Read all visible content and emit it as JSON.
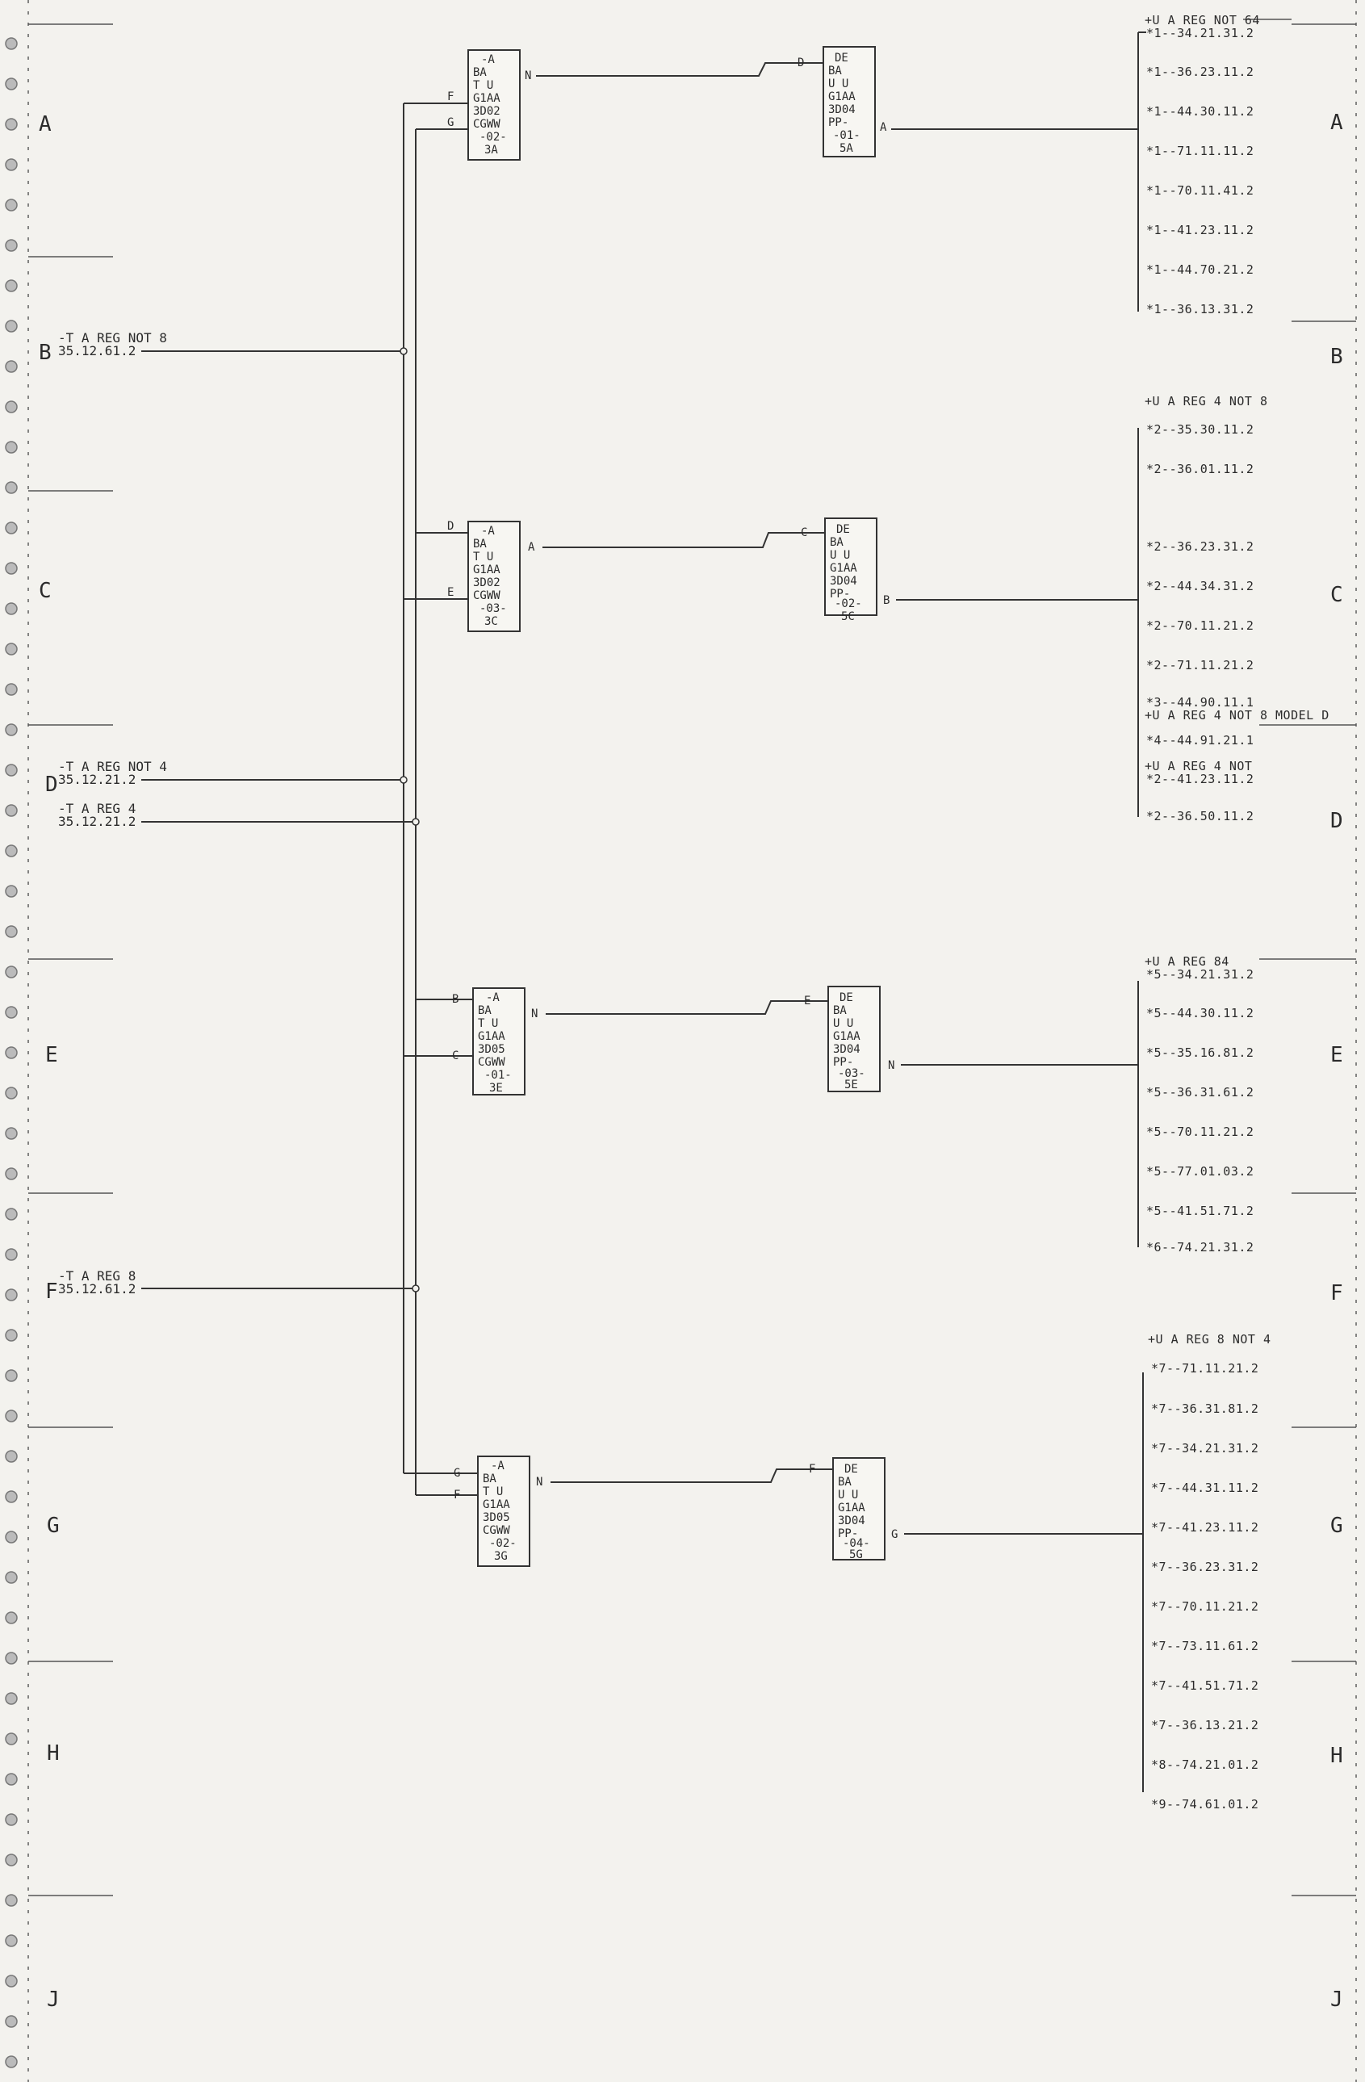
{
  "zones_left": [
    "A",
    "B",
    "C",
    "D",
    "E",
    "F",
    "G",
    "H",
    "J"
  ],
  "zones_right": [
    "A",
    "B",
    "C",
    "D",
    "E",
    "F",
    "G",
    "H",
    "J"
  ],
  "inputs": [
    {
      "label": "-T A REG NOT 8",
      "code": "35.12.61.2"
    },
    {
      "label": "-T A REG NOT 4",
      "code": "35.12.21.2"
    },
    {
      "label": "-T A REG 4",
      "code": "35.12.21.2"
    },
    {
      "label": "-T A REG 8",
      "code": "35.12.61.2"
    }
  ],
  "boxes": [
    {
      "lines": [
        "-A",
        "BA",
        "T  U",
        "G1AA",
        "3D02",
        "CGWW",
        "-02-",
        "3A"
      ],
      "pin_in1": "F",
      "pin_in2": "G",
      "pin_out": "N"
    },
    {
      "lines": [
        "DE",
        "BA",
        "U  U",
        "G1AA",
        "3D04",
        "PP-",
        "-01-",
        "5A"
      ],
      "pin_in": "D",
      "pin_out": "A"
    },
    {
      "lines": [
        "-A",
        "BA",
        "T  U",
        "G1AA",
        "3D02",
        "CGWW",
        "-03-",
        "3C"
      ],
      "pin_in1": "D",
      "pin_in2": "E",
      "pin_out": "A"
    },
    {
      "lines": [
        "DE",
        "BA",
        "U  U",
        "G1AA",
        "3D04",
        "PP-",
        "-02-",
        "5C"
      ],
      "pin_in": "C",
      "pin_out": "B"
    },
    {
      "lines": [
        "-A",
        "BA",
        "T  U",
        "G1AA",
        "3D05",
        "CGWW",
        "-01-",
        "3E"
      ],
      "pin_in1": "B",
      "pin_in2": "C",
      "pin_out": "N"
    },
    {
      "lines": [
        "DE",
        "BA",
        "U  U",
        "G1AA",
        "3D04",
        "PP-",
        "-03-",
        "5E"
      ],
      "pin_in": "E",
      "pin_out": "N"
    },
    {
      "lines": [
        "-A",
        "BA",
        "T  U",
        "G1AA",
        "3D05",
        "CGWW",
        "-02-",
        "3G"
      ],
      "pin_in1": "G",
      "pin_in2": "F",
      "pin_out": "N"
    },
    {
      "lines": [
        "DE",
        "BA",
        "U  U",
        "G1AA",
        "3D04",
        "PP-",
        "-04-",
        "5G"
      ],
      "pin_in": "F",
      "pin_out": "G"
    }
  ],
  "outputs": [
    {
      "header": "+U A REG NOT 64",
      "items": [
        "*1--34.21.31.2",
        "*1--36.23.11.2",
        "*1--44.30.11.2",
        "*1--71.11.11.2",
        "*1--70.11.41.2",
        "*1--41.23.11.2",
        "*1--44.70.21.2",
        "*1--36.13.31.2"
      ]
    },
    {
      "header": "+U A REG 4 NOT 8",
      "items": [
        "*2--35.30.11.2",
        "*2--36.01.11.2",
        "*2--36.23.31.2",
        "*2--44.34.31.2",
        "*2--70.11.21.2",
        "*2--71.11.21.2",
        "*3--44.90.11.1",
        "+U A REG 4 NOT 8 MODEL D",
        "*4--44.91.21.1",
        "+U A REG 4 NOT",
        "*2--41.23.11.2",
        "*2--36.50.11.2"
      ]
    },
    {
      "header": "+U A REG 84",
      "items": [
        "*5--34.21.31.2",
        "*5--44.30.11.2",
        "*5--35.16.81.2",
        "*5--36.31.61.2",
        "*5--70.11.21.2",
        "*5--77.01.03.2",
        "*5--41.51.71.2",
        "*6--74.21.31.2"
      ]
    },
    {
      "header": "+U A REG 8 NOT 4",
      "items": [
        "*7--71.11.21.2",
        "*7--36.31.81.2",
        "*7--34.21.31.2",
        "*7--44.31.11.2",
        "*7--41.23.11.2",
        "*7--36.23.31.2",
        "*7--70.11.21.2",
        "*7--73.11.61.2",
        "*7--41.51.71.2",
        "*7--36.13.21.2",
        "*8--74.21.01.2",
        "*9--74.61.01.2"
      ]
    }
  ]
}
